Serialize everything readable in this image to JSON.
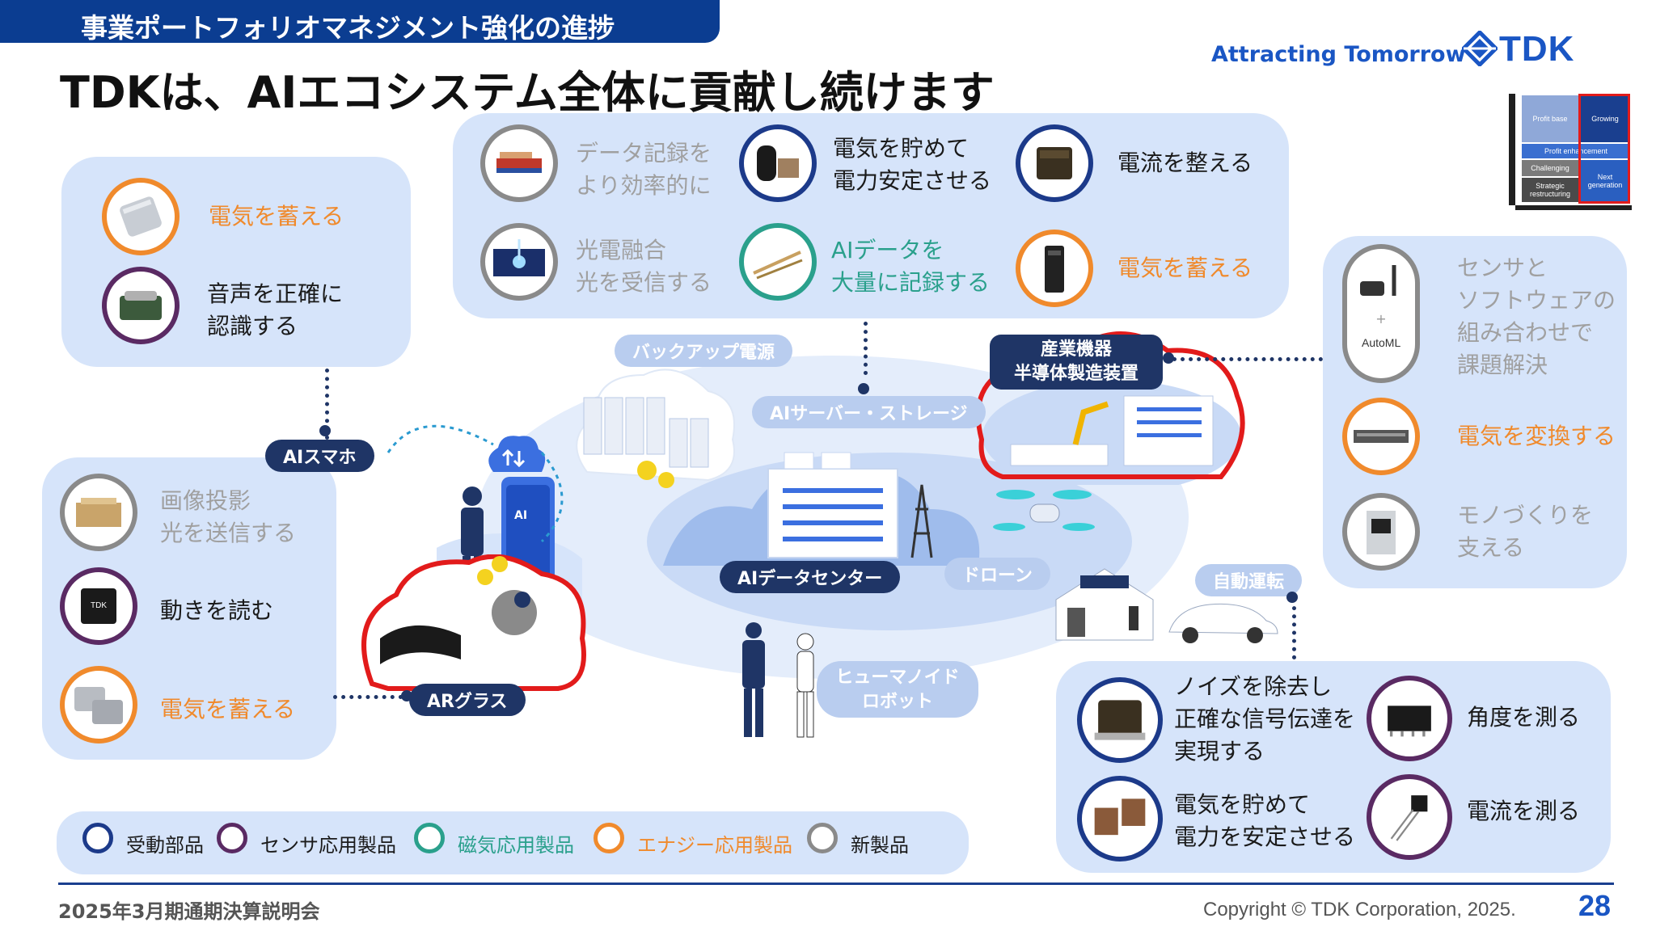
{
  "header": {
    "section": "事業ポートフォリオマネジメント強化の進捗",
    "title": "TDKは、AIエコシステム全体に貢献し続けます",
    "tagline": "Attracting Tomorrow",
    "logo_text": "TDK"
  },
  "matrix": {
    "profit_base": "Profit base",
    "growing": "Growing",
    "profit_enhancement": "Profit enhancement",
    "challenging": "Challenging",
    "strategic": "Strategic restructuring",
    "next_generation": "Next generation"
  },
  "smartphone_panel": {
    "items": [
      {
        "label": "電気を蓄える"
      },
      {
        "label1": "音声を正確に",
        "label2": "認識する"
      }
    ]
  },
  "top_panel": {
    "items": [
      {
        "label1": "データ記録を",
        "label2": "より効率的に"
      },
      {
        "label1": "電気を貯めて",
        "label2": "電力安定させる"
      },
      {
        "label": "電流を整える"
      },
      {
        "label1": "光電融合",
        "label2": "光を受信する"
      },
      {
        "label1": "AIデータを",
        "label2": "大量に記録する"
      },
      {
        "label": "電気を蓄える"
      }
    ]
  },
  "left_panel": {
    "items": [
      {
        "label1": "画像投影",
        "label2": "光を送信する"
      },
      {
        "label": "動きを読む"
      },
      {
        "label": "電気を蓄える"
      }
    ]
  },
  "right_panel": {
    "items": [
      {
        "label1": "センサと",
        "label2": "ソフトウェアの",
        "label3": "組み合わせで",
        "label4": "課題解決"
      },
      {
        "label": "電気を変換する"
      },
      {
        "label1": "モノづくりを",
        "label2": "支える"
      }
    ],
    "automl": "AutoML"
  },
  "bottom_right_panel": {
    "items": [
      {
        "label1": "ノイズを除去し",
        "label2": "正確な信号伝達を",
        "label3": "実現する"
      },
      {
        "label": "角度を測る"
      },
      {
        "label1": "電気を貯めて",
        "label2": "電力を安定させる"
      },
      {
        "label": "電流を測る"
      }
    ]
  },
  "center": {
    "backup_power": "バックアップ電源",
    "ai_server": "AIサーバー・ストレージ",
    "industrial1": "産業機器",
    "industrial2": "半導体製造装置",
    "ai_smartphone": "AIスマホ",
    "ai_datacenter": "AIデータセンター",
    "drone": "ドローン",
    "autonomous": "自動運転",
    "ar_glass": "ARグラス",
    "humanoid1": "ヒューマノイド",
    "humanoid2": "ロボット",
    "phone_text": "AI"
  },
  "legend": {
    "items": [
      {
        "label": "受動部品",
        "color": "#1c3a8a"
      },
      {
        "label": "センサ応用製品",
        "color": "#5a2a63"
      },
      {
        "label": "磁気応用製品",
        "color": "#2aa08c"
      },
      {
        "label": "エナジー応用製品",
        "color": "#f08a2c"
      },
      {
        "label": "新製品",
        "color": "#8a8a8a"
      }
    ]
  },
  "footer": {
    "event": "2025年3月期通期決算説明会",
    "copyright": "Copyright © TDK Corporation, 2025.",
    "page": "28"
  }
}
